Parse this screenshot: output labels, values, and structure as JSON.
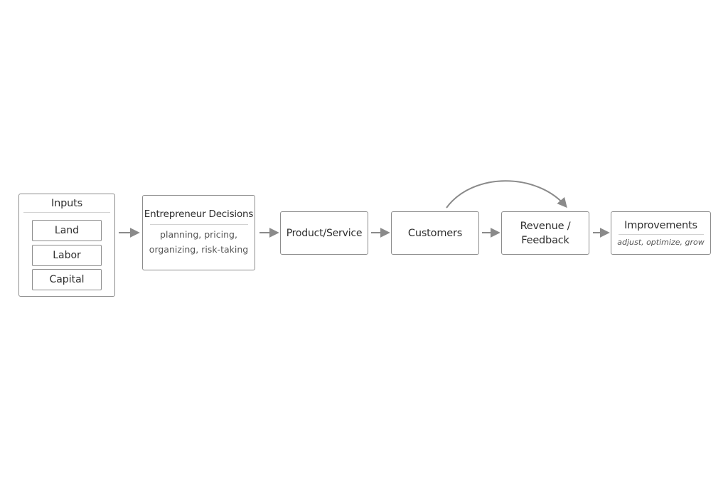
{
  "nodes": {
    "inputs": {
      "title": "Inputs",
      "items": [
        "Land",
        "Labor",
        "Capital"
      ]
    },
    "entrepreneur": {
      "title": "Entrepreneur Decisions",
      "line1": "planning, pricing,",
      "line2": "organizing, risk-taking"
    },
    "product": {
      "title": "Product/Service"
    },
    "customers": {
      "title": "Customers"
    },
    "revenue": {
      "line1": "Revenue /",
      "line2": "Feedback"
    },
    "improvements": {
      "title": "Improvements",
      "subtitle": "adjust, optimize, grow"
    }
  },
  "colors": {
    "border": "#8c8c8c",
    "arrow": "#8a8a8a",
    "text": "#2e2e2e",
    "subtext": "#555555"
  }
}
